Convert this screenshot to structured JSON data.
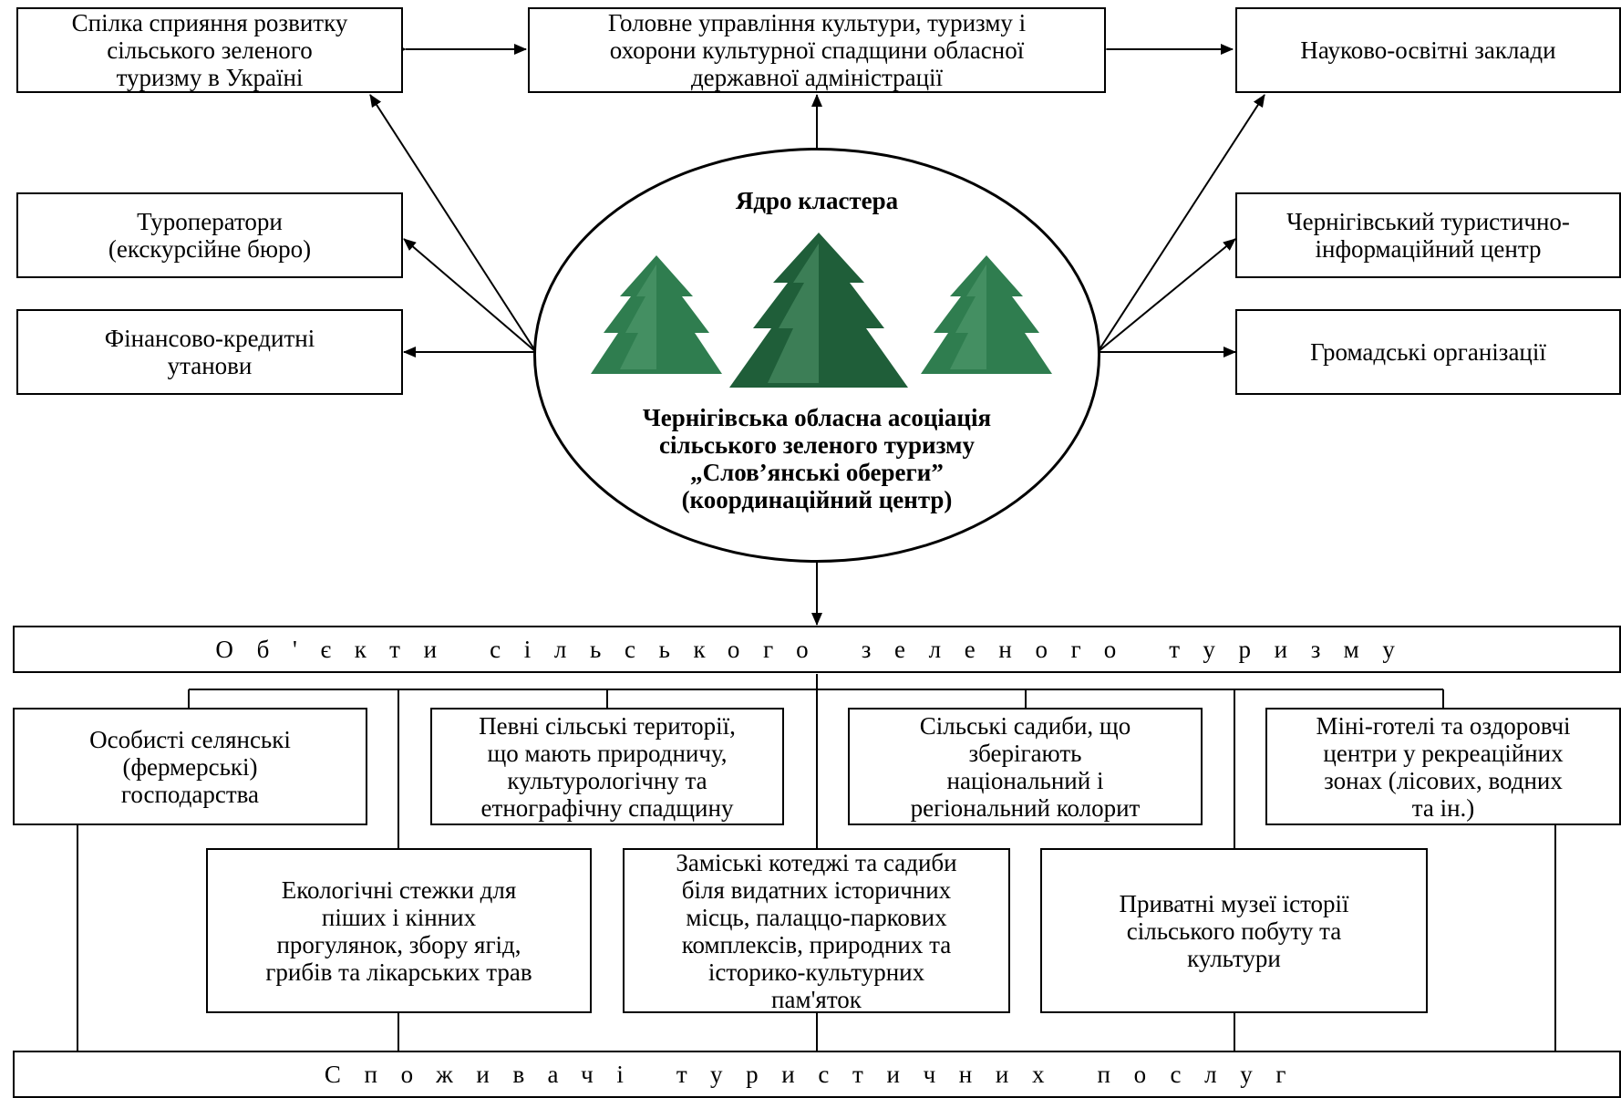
{
  "core": {
    "title": "Ядро кластера",
    "center": "Чернігівська обласна асоціація\nсільського зеленого туризму\n„Слов’янські обереги”\n(координаційний центр)"
  },
  "partners": {
    "spilka": "Спілка сприяння розвитку\nсільського зеленого\nтуризму в Україні",
    "upravlinnia": "Головне управління культури, туризму і\nохорони культурної спадщини обласної\nдержавної адміністрації",
    "naukovo": "Науково-освітні заклади",
    "turoperatory": "Туроператори\n(екскурсійне бюро)",
    "finansovo": "Фінансово-кредитні\nутанови",
    "info_centr": "Чернігівський туристично-\nінформаційний центр",
    "hromadski": "Громадські організації"
  },
  "objects_header": "Об'єкти сільського зеленого туризму",
  "objects": {
    "osobysti": "Особисті селянські\n(фермерські)\nгосподарства",
    "pevni": "Певні сільські території,\nщо мають природничу,\nкультурологічну та\nетнографічну спадщину",
    "sadyby": "Сільські садиби, що\nзберігають\nнаціональний і\nрегіональний колорит",
    "mini": "Міні-готелі та оздоровчі\nцентри у рекреаційних\nзонах (лісових, водних\nта ін.)",
    "ekolohichni": "Екологічні стежки для\nпіших і кінних\nпрогулянок, збору ягід,\nгрибів та лікарських трав",
    "zamiski": "Заміські котеджі та садиби\nбіля видатних історичних\nмісць, палаццо-паркових\nкомплексів, природних та\nісторико-культурних\nпам'яток",
    "muzei": "Приватні музеї історії\nсільського побуту та\nкультури"
  },
  "consumers": "Споживачі туристичних послуг",
  "colors": {
    "tree": "#2f7d4f",
    "tree_dark": "#1f5e39",
    "tree_light": "#5fa77a"
  }
}
